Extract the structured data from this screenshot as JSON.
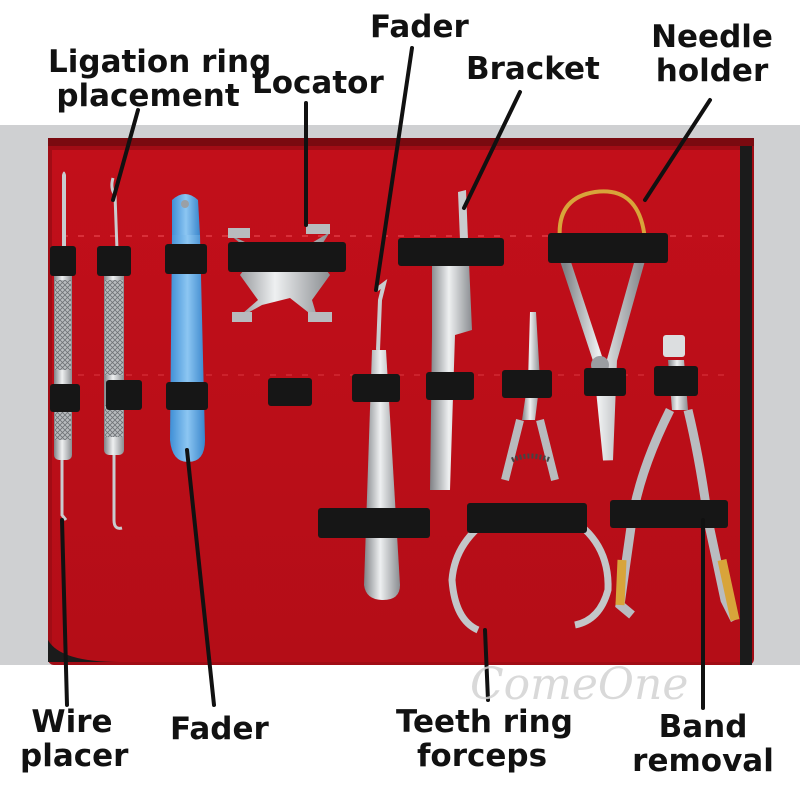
{
  "labels": {
    "ligation_ring_placement": {
      "line1": "Ligation ring",
      "line2": "placement"
    },
    "locator": {
      "text": "Locator"
    },
    "fader_top": {
      "text": "Fader"
    },
    "bracket": {
      "text": "Bracket"
    },
    "needle_holder": {
      "line1": "Needle",
      "line2": "holder"
    },
    "wire_placer": {
      "line1": "Wire",
      "line2": "placer"
    },
    "fader_bottom": {
      "text": "Fader"
    },
    "teeth_ring_forceps": {
      "line1": "Teeth ring",
      "line2": "forceps"
    },
    "band_removal": {
      "line1": "Band",
      "line2": "removal"
    }
  },
  "watermark": {
    "text": "ComeOne"
  },
  "colors": {
    "case_red": "#c8101c",
    "case_edge": "#8e0b12",
    "zipper": "#1b1b1b",
    "strap": "#161616",
    "steel_light": "#d9dbdd",
    "steel_dark": "#8d9094",
    "handle_blue": "#5ea9e6",
    "gold": "#d8a43a",
    "leader_line": "#111111"
  }
}
